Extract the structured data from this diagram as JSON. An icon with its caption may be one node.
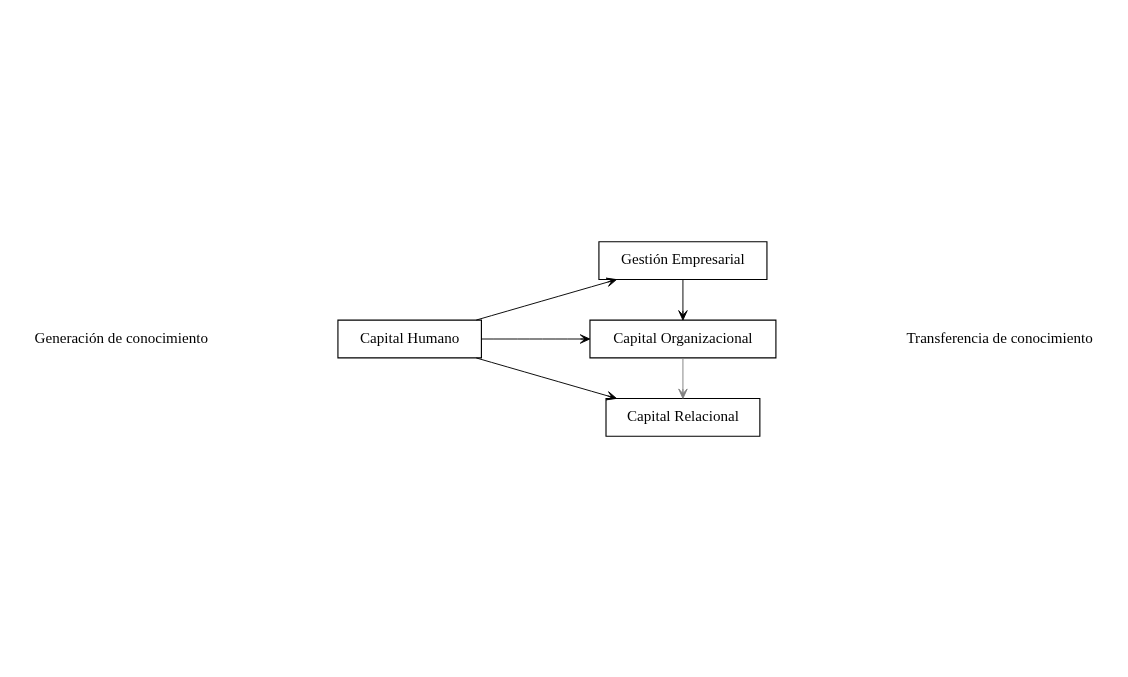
{
  "diagram": {
    "nodes": [
      {
        "text": [
          "Capital Humano"
        ]
      },
      {
        "text": [
          "Gestión Empresarial"
        ]
      },
      {
        "text": [
          "Capital Organizacional"
        ]
      },
      {
        "text": [
          "Capital Relacional"
        ]
      }
    ],
    "edges": [
      {
        "from": 0,
        "to": 1,
        "arrow": "to"
      },
      {
        "from": 0,
        "to": 2,
        "arrow": "to"
      },
      {
        "from": 0,
        "to": 3,
        "arrow": "to"
      },
      {
        "from": 1,
        "to": 2,
        "arrow": "to"
      },
      {
        "from": 2,
        "to": 3,
        "arrow": "to",
        "color": "#808080"
      }
    ],
    "labels": [
      "Generación de conocimiento",
      "Transferencia de conocimiento"
    ]
  }
}
